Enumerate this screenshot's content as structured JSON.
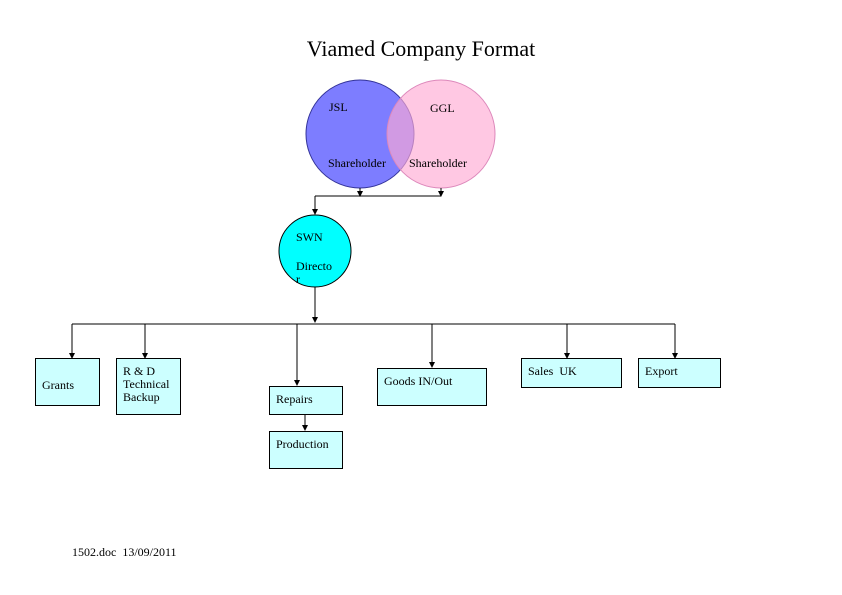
{
  "title": "Viamed Company Format",
  "shareholders": [
    {
      "name": "JSL",
      "role": "Shareholder",
      "color": "#6666ff"
    },
    {
      "name": "GGL",
      "role": "Shareholder",
      "color": "#ffbbdd"
    }
  ],
  "director": {
    "name": "SWN",
    "role_line1": "Directo",
    "role_line2": "r",
    "color": "#00ffff"
  },
  "departments": {
    "grants": "Grants",
    "rnd": "R & D\nTechnical\nBackup",
    "repairs": "Repairs",
    "production": "Production",
    "goods": "Goods IN/Out",
    "sales_uk": "Sales  UK",
    "export": "Export"
  },
  "box_color": "#ccffff",
  "footer": "1502.doc  13/09/2011"
}
